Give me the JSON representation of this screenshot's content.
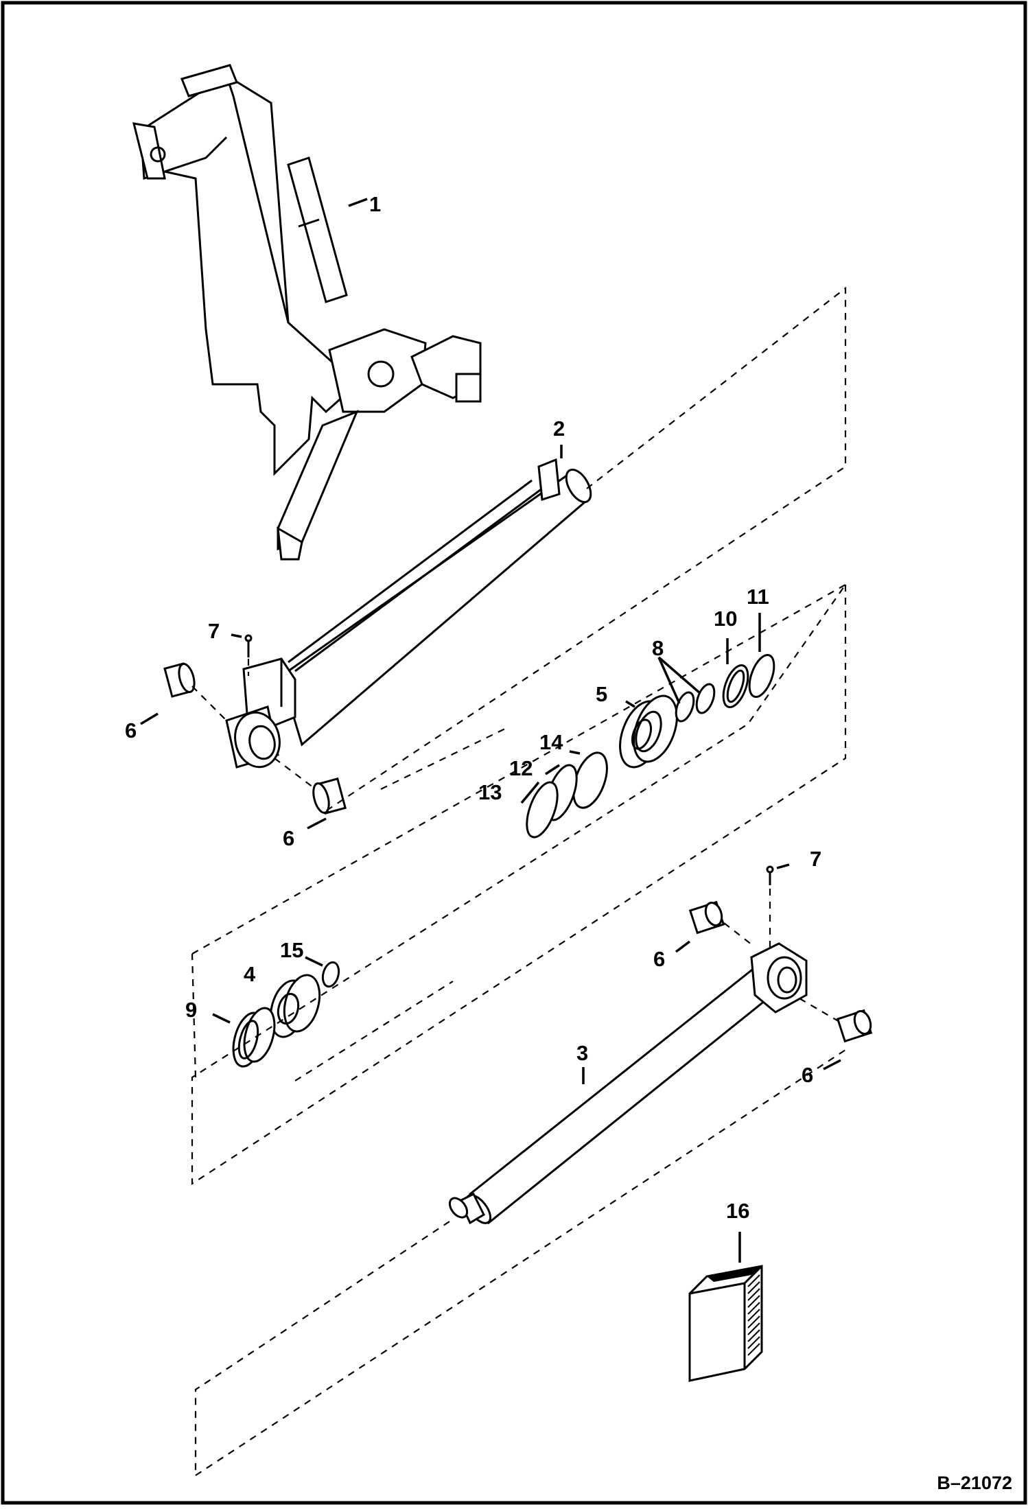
{
  "figure_id": "B–21072",
  "callouts": {
    "c1": "1",
    "c2": "2",
    "c3": "3",
    "c4": "4",
    "c5": "5",
    "c6a": "6",
    "c6b": "6",
    "c6c": "6",
    "c6d": "6",
    "c7a": "7",
    "c7b": "7",
    "c8": "8",
    "c9": "9",
    "c10": "10",
    "c11": "11",
    "c12": "12",
    "c13": "13",
    "c14": "14",
    "c15": "15",
    "c16": "16"
  }
}
